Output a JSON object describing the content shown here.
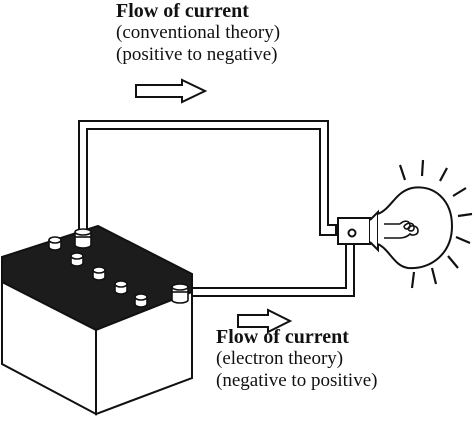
{
  "labels": {
    "conventional": {
      "title": "Flow of current",
      "line1": "(conventional theory)",
      "line2": "(positive to negative)"
    },
    "electron": {
      "title": "Flow of current",
      "line1": "(electron theory)",
      "line2": "(negative to positive)"
    }
  },
  "colors": {
    "ink": "#111111",
    "battery_top": "#1c1c1c",
    "paper": "#ffffff"
  }
}
